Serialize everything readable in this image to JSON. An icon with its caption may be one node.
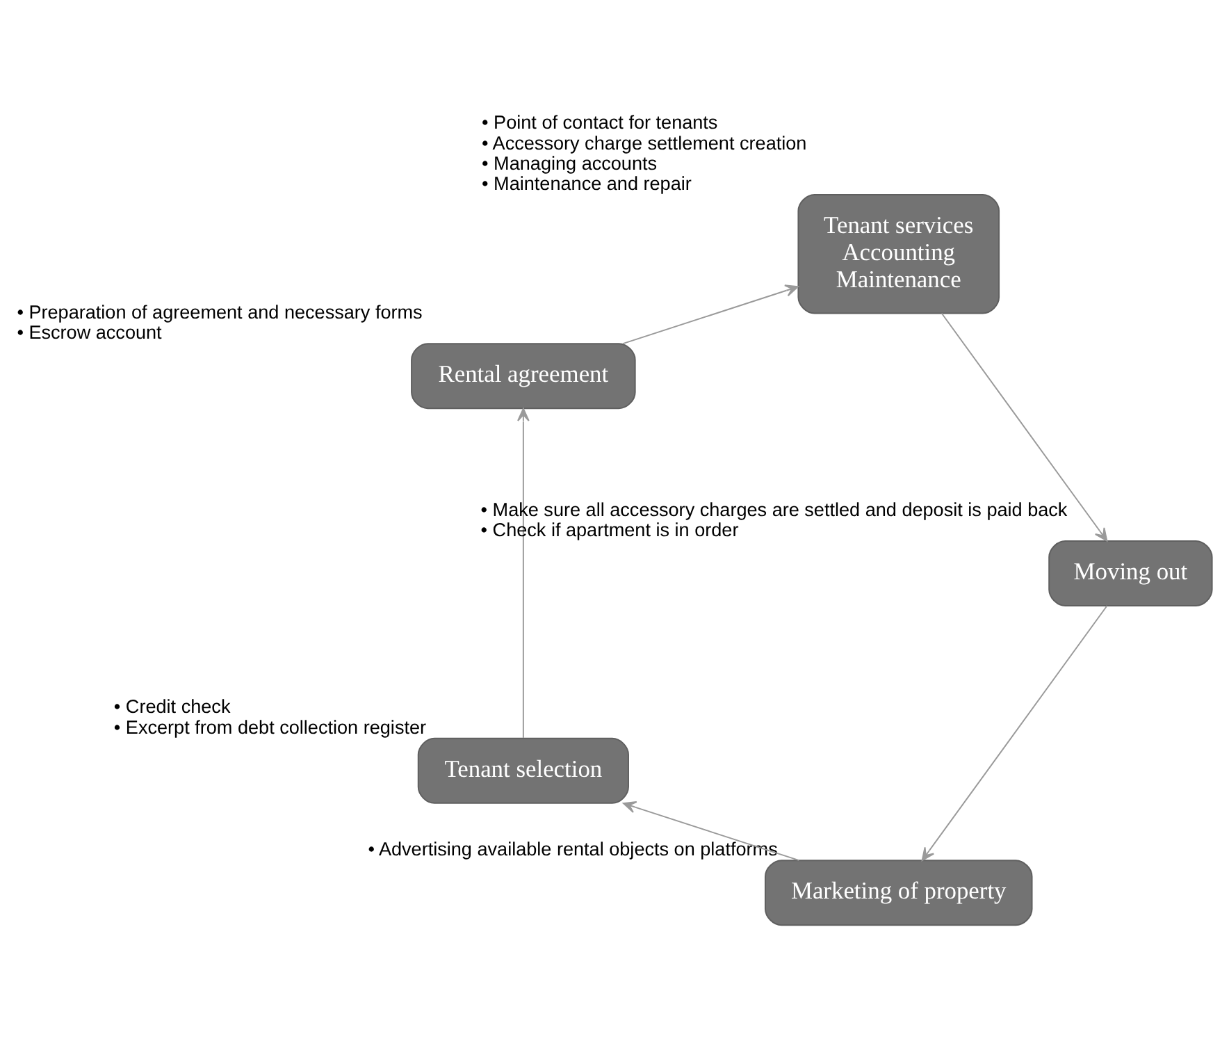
{
  "diagram": {
    "nodes": [
      {
        "text": [
          "Marketing of property"
        ],
        "beside": [
          "• Advertising available rental objects on platforms"
        ]
      },
      {
        "text": [
          "Tenant selection"
        ],
        "beside": [
          "• Credit check",
          "• Excerpt from debt collection register"
        ]
      },
      {
        "text": [
          "Rental agreement"
        ],
        "beside": [
          "• Preparation of agreement and necessary forms",
          "• Escrow account"
        ]
      },
      {
        "text": [
          "Tenant services",
          "Accounting",
          "Maintenance"
        ],
        "beside": [
          "• Point of contact for tenants",
          "• Accessory charge settlement creation",
          "• Managing accounts",
          "• Maintenance and repair"
        ]
      },
      {
        "text": [
          "Moving out"
        ],
        "beside": [
          "• Make sure all accessory charges are settled and deposit is paid back",
          "• Check if apartment is in order"
        ]
      }
    ],
    "edges": [
      {
        "from": 0,
        "to": 1,
        "arrow": "to"
      },
      {
        "from": 1,
        "to": 2,
        "arrow": "to"
      },
      {
        "from": 2,
        "to": 3,
        "arrow": "to"
      },
      {
        "from": 3,
        "to": 4,
        "arrow": "to"
      },
      {
        "from": 4,
        "to": 0,
        "arrow": "to"
      }
    ]
  }
}
